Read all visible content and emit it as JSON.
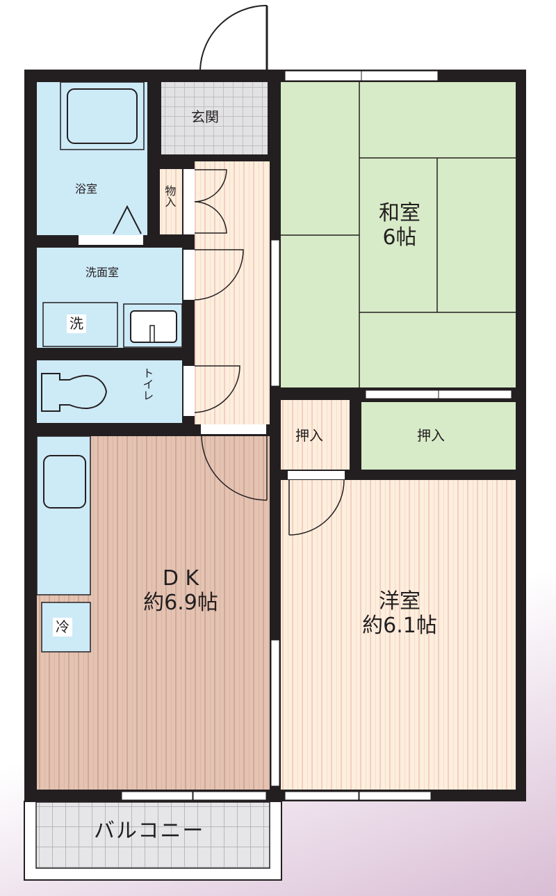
{
  "floorplan": {
    "rooms": {
      "bath": "浴室",
      "entrance": "玄関",
      "storage": "物入",
      "washroom": "洗面室",
      "washer": "洗",
      "toilet": "トイレ",
      "japanese_room_name": "和室",
      "japanese_room_size": "6帖",
      "closet_left": "押入",
      "closet_right": "押入",
      "dk_name": "D K",
      "dk_size": "約6.9帖",
      "fridge": "冷",
      "western_room_name": "洋室",
      "western_room_size": "約6.1帖",
      "balcony": "バルコニー"
    },
    "colors": {
      "wall": "#231f20",
      "wet_area": "#cdeaf7",
      "tatami": "#d8ebc8",
      "flooring_light": "#fdeedd",
      "flooring_dk": "#e4c3b2",
      "tile": "#e2e2e4"
    }
  }
}
